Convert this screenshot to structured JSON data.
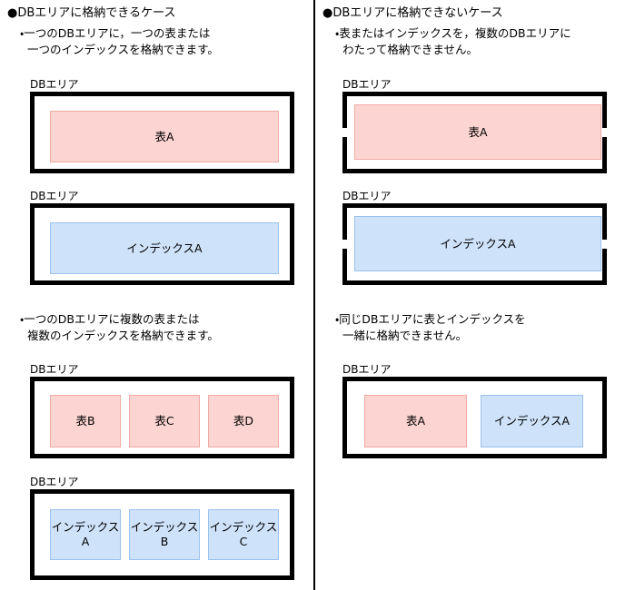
{
  "colors": {
    "table_fill": "#fcd5d2",
    "table_stroke": "#f0a9a4",
    "index_fill": "#cee2fa",
    "index_stroke": "#9bc2ee",
    "frame": "#000000",
    "background": "#ffffff"
  },
  "left": {
    "heading": "●DBエリアに格納できるケース",
    "sections": [
      {
        "bullet": "・一つのDBエリアに，一つの表または\n  一つのインデックスを格納できます。",
        "diagrams": [
          {
            "label": "DBエリア",
            "frame": "solid",
            "boxes": [
              {
                "kind": "table",
                "text": "表A"
              }
            ]
          },
          {
            "label": "DBエリア",
            "frame": "solid",
            "boxes": [
              {
                "kind": "index",
                "text": "インデックスA"
              }
            ]
          }
        ]
      },
      {
        "bullet": "・一つのDBエリアに複数の表または\n  複数のインデックスを格納できます。",
        "diagrams": [
          {
            "label": "DBエリア",
            "frame": "solid",
            "boxes": [
              {
                "kind": "table",
                "text": "表B"
              },
              {
                "kind": "table",
                "text": "表C"
              },
              {
                "kind": "table",
                "text": "表D"
              }
            ]
          },
          {
            "label": "DBエリア",
            "frame": "solid",
            "boxes": [
              {
                "kind": "index",
                "text": "インデックス\nA"
              },
              {
                "kind": "index",
                "text": "インデックス\nB"
              },
              {
                "kind": "index",
                "text": "インデックス\nC"
              }
            ]
          }
        ]
      }
    ]
  },
  "right": {
    "heading": "●DBエリアに格納できないケース",
    "sections": [
      {
        "bullet": "・表またはインデックスを，複数のDBエリアに\n  わたって格納できません。",
        "diagrams": [
          {
            "label": "DBエリア",
            "frame": "split",
            "boxes": [
              {
                "kind": "table",
                "text": "表A"
              }
            ]
          },
          {
            "label": "DBエリア",
            "frame": "split",
            "boxes": [
              {
                "kind": "index",
                "text": "インデックスA"
              }
            ]
          }
        ]
      },
      {
        "bullet": "・同じDBエリアに表とインデックスを\n  一緒に格納できません。",
        "diagrams": [
          {
            "label": "DBエリア",
            "frame": "solid",
            "boxes": [
              {
                "kind": "table",
                "text": "表A"
              },
              {
                "kind": "index",
                "text": "インデックスA"
              }
            ]
          }
        ]
      }
    ]
  }
}
